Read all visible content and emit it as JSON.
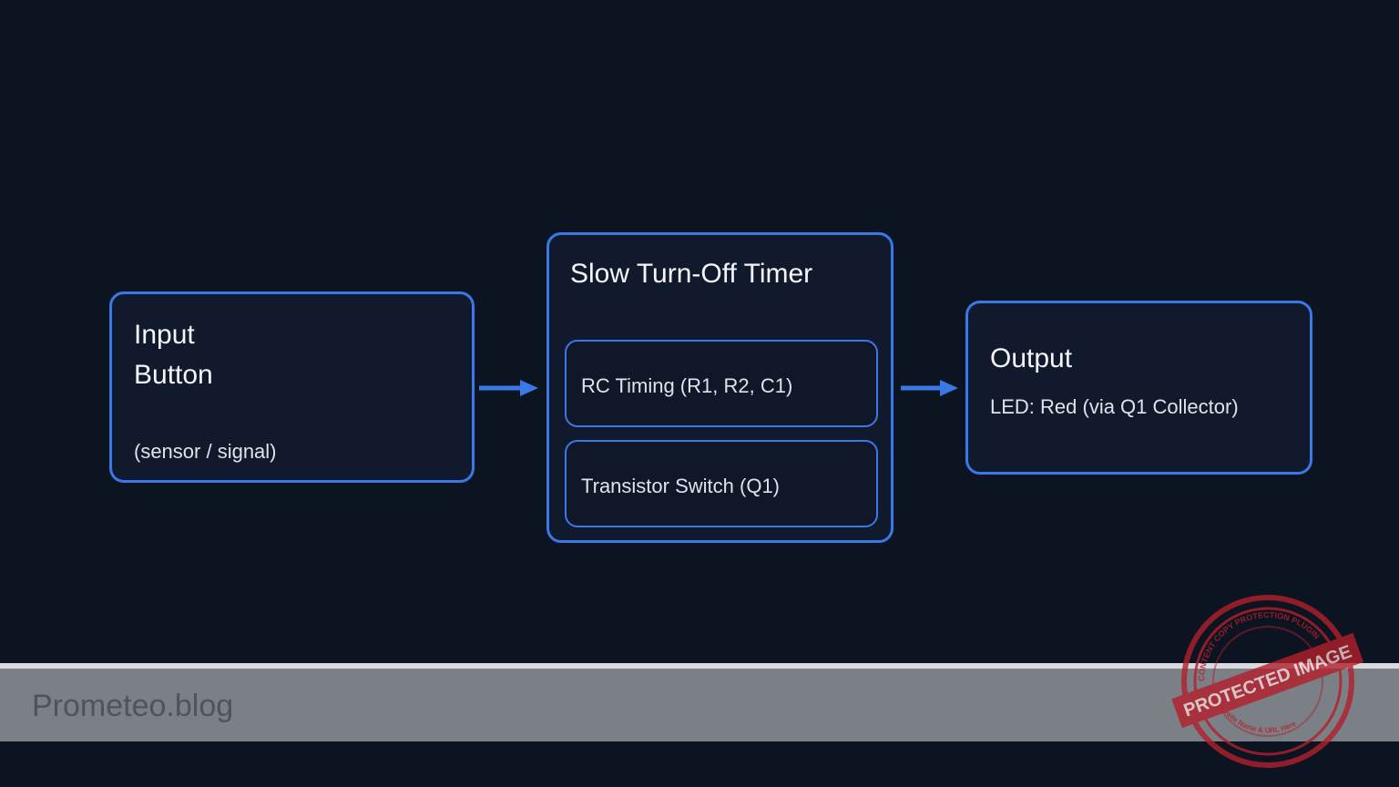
{
  "diagram": {
    "input": {
      "title_line1": "Input",
      "title_line2": "Button",
      "note": "(sensor / signal)"
    },
    "timer": {
      "title": "Slow Turn-Off Timer",
      "stage1": "RC Timing (R1, R2, C1)",
      "stage2": "Transistor Switch (Q1)"
    },
    "output": {
      "title": "Output",
      "detail": "LED: Red (via Q1 Collector)"
    }
  },
  "footer": {
    "brand": "Prometeo.blog"
  },
  "watermark": {
    "main": "PROTECTED IMAGE",
    "ring": "CONTENT COPY PROTECTION PLUGIN",
    "site": "My Website Name & URL Here"
  },
  "colors": {
    "background": "#0c1422",
    "accent": "#3b78e7",
    "footer_bar": "#7b7f86",
    "stamp": "#b3202b"
  }
}
